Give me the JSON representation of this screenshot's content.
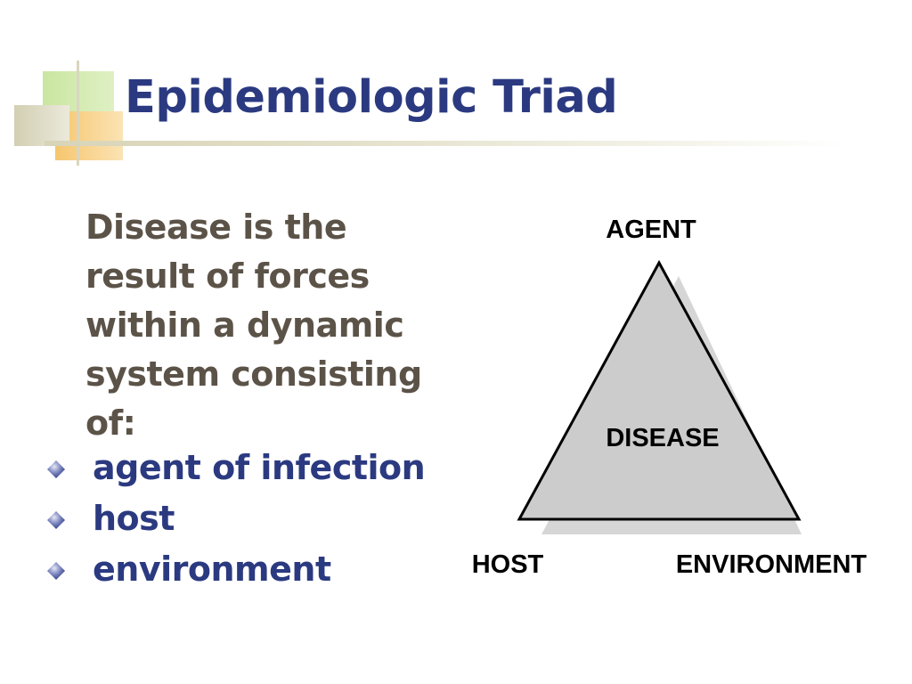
{
  "slide": {
    "title": "Epidemiologic Triad",
    "lead_text": "Disease is the result of forces within a dynamic system consisting of:",
    "bullets": [
      "agent of infection",
      "host",
      "environment"
    ]
  },
  "diagram": {
    "top_label": "AGENT",
    "center_label": "DISEASE",
    "bottom_left_label": "HOST",
    "bottom_right_label": "ENVIRONMENT"
  },
  "colors": {
    "title": "#2b3a80",
    "body_text": "#5c5348",
    "bullet_text": "#2b3a80",
    "triangle_fill": "#cccccc",
    "triangle_shadow": "#d6d6d6",
    "deco_green": "#c9e6a0",
    "deco_orange": "#f6c66e",
    "deco_tan": "#d9d6bd"
  },
  "icons": {
    "bullet": "diamond-bullet-icon"
  }
}
